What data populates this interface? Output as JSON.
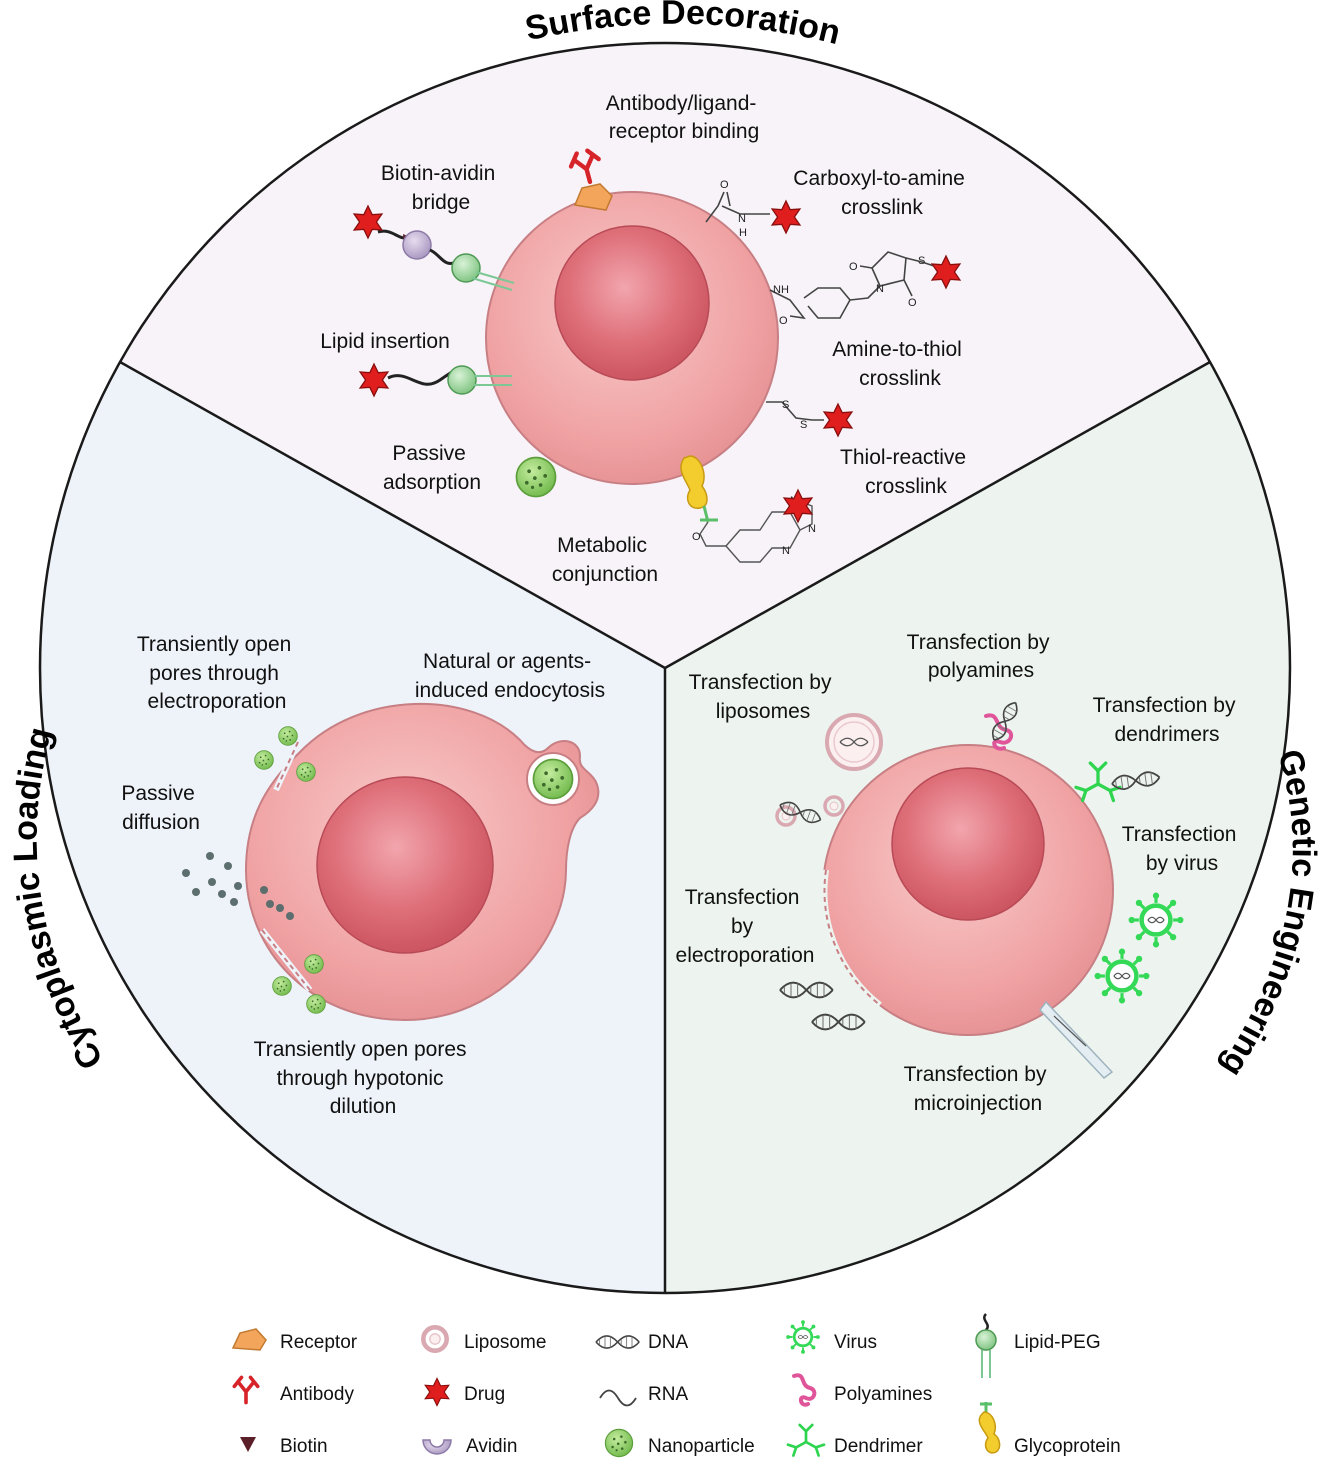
{
  "sections": {
    "surface": "Surface Decoration",
    "cytoplasmic": "Cytoplasmic Loading",
    "genetic": "Genetic Engineering"
  },
  "surface_labels": {
    "antibody": [
      "Antibody/ligand-",
      "receptor binding"
    ],
    "biotin": [
      "Biotin-avidin",
      "bridge"
    ],
    "carboxyl": [
      "Carboxyl-to-amine",
      "crosslink"
    ],
    "lipid": [
      "Lipid insertion"
    ],
    "amine": [
      "Amine-to-thiol",
      "crosslink"
    ],
    "passive_ads": [
      "Passive",
      "adsorption"
    ],
    "thiol": [
      "Thiol-reactive",
      "crosslink"
    ],
    "metabolic": [
      "Metabolic",
      "conjunction"
    ]
  },
  "cyto_labels": {
    "electro": [
      "Transiently open",
      "pores through",
      "electroporation"
    ],
    "endo": [
      "Natural or agents-",
      "induced endocytosis"
    ],
    "passive_diff": [
      "Passive",
      "diffusion"
    ],
    "hypotonic": [
      "Transiently open pores",
      "through hypotonic",
      "dilution"
    ]
  },
  "genetic_labels": {
    "liposomes": [
      "Transfection by",
      "liposomes"
    ],
    "polyamines": [
      "Transfection by",
      "polyamines"
    ],
    "dendrimers": [
      "Transfection by",
      "dendrimers"
    ],
    "virus": [
      "Transfection",
      "by virus"
    ],
    "electroporation": [
      "Transfection",
      "by",
      "electroporation"
    ],
    "microinjection": [
      "Transfection by",
      "microinjection"
    ]
  },
  "chem": {
    "o": "O",
    "n": "N",
    "h": "H",
    "nh": "NH",
    "s": "S"
  },
  "legend": [
    {
      "label": "Receptor",
      "icon": "receptor-icon"
    },
    {
      "label": "Liposome",
      "icon": "liposome-icon"
    },
    {
      "label": "DNA",
      "icon": "dna-icon"
    },
    {
      "label": "Virus",
      "icon": "virus-icon"
    },
    {
      "label": "Lipid-PEG",
      "icon": "lipid-peg-icon"
    },
    {
      "label": "Antibody",
      "icon": "antibody-icon"
    },
    {
      "label": "Drug",
      "icon": "drug-icon"
    },
    {
      "label": "RNA",
      "icon": "rna-icon"
    },
    {
      "label": "Polyamines",
      "icon": "polyamine-icon"
    },
    {
      "label": "Biotin",
      "icon": "biotin-icon"
    },
    {
      "label": "Avidin",
      "icon": "avidin-icon"
    },
    {
      "label": "Nanoparticle",
      "icon": "nanoparticle-icon"
    },
    {
      "label": "Dendrimer",
      "icon": "dendrimer-icon"
    },
    {
      "label": "Glycoprotein",
      "icon": "glycoprotein-icon"
    }
  ],
  "colors": {
    "cell": "#f1a7a7",
    "nucleus": "#d95f6a",
    "drug": "#e02020",
    "nanoparticle": "#8fd16a",
    "virus": "#36e25a",
    "antibody": "#d9252a",
    "receptor": "#f3a55c",
    "polyamine": "#e0559a",
    "glycoprotein": "#f3cc2e",
    "surface_bg": "#f7f3f8",
    "cyto_bg": "#eef2f9",
    "genetic_bg": "#edf4ef"
  }
}
